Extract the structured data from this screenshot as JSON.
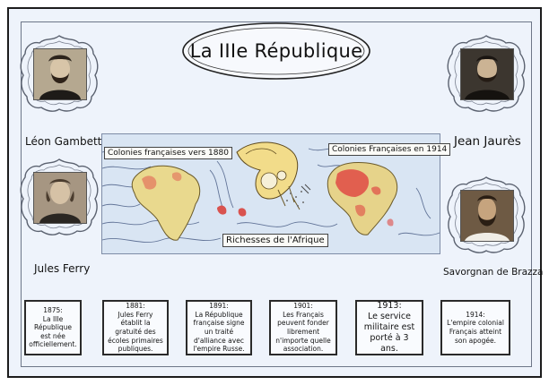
{
  "title": "La IIIe République",
  "portraits": {
    "gambetta": "Léon Gambetta",
    "jaures": "Jean Jaurès",
    "ferry": "Jules Ferry",
    "brazza": "Savorgnan de Brazza"
  },
  "map": {
    "label_1880": "Colonies françaises vers 1880",
    "label_1914": "Colonies Françaises en 1914",
    "label_richesses": "Richesses de l'Afrique"
  },
  "timeline": [
    {
      "year": "1875:",
      "text": "La IIIe République est née officiellement."
    },
    {
      "year": "1881:",
      "text": "Jules Ferry établit la gratuité des écoles primaires publiques."
    },
    {
      "year": "1891:",
      "text": "La République française signe un traité d'alliance avec l'empire Russe."
    },
    {
      "year": "1901:",
      "text": "Les Français peuvent fonder librement n'importe quelle association."
    },
    {
      "year": "1913:",
      "text": "Le service militaire est porté à 3 ans."
    },
    {
      "year": "1914:",
      "text": "L'empire colonial Français atteint son apogée."
    }
  ]
}
